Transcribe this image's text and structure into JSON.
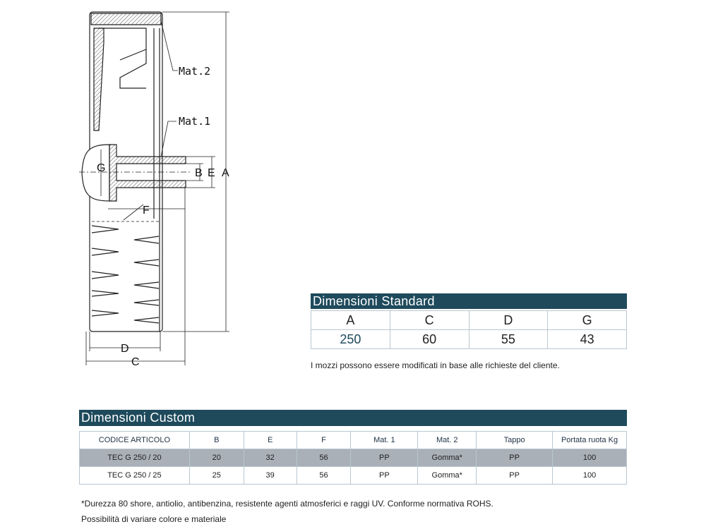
{
  "drawing": {
    "labels": {
      "mat2": "Mat.2",
      "mat1": "Mat.1",
      "A": "A",
      "B": "B",
      "E": "E",
      "G": "G",
      "F": "F",
      "C": "C",
      "D": "D"
    }
  },
  "standard": {
    "title": "Dimensioni Standard",
    "headers": [
      "A",
      "C",
      "D",
      "G"
    ],
    "values": [
      "250",
      "60",
      "55",
      "43"
    ],
    "note": "I mozzi possono essere modificati in base alle richieste del cliente."
  },
  "custom": {
    "title": "Dimensioni Custom",
    "headers": [
      "CODICE ARTICOLO",
      "B",
      "E",
      "F",
      "Mat. 1",
      "Mat. 2",
      "Tappo",
      "Portata ruota Kg"
    ],
    "rows": [
      [
        "TEC G 250 / 20",
        "20",
        "32",
        "56",
        "PP",
        "Gomma*",
        "PP",
        "100"
      ],
      [
        "TEC G 250 / 25",
        "25",
        "39",
        "56",
        "PP",
        "Gomma*",
        "PP",
        "100"
      ]
    ],
    "footnote": "*Durezza 80 shore, antiolio, antibenzina, resistente agenti atmosferici e raggi UV. Conforme normativa ROHS.",
    "footnote2": "Possibilità di variare colore e materiale"
  },
  "colors": {
    "band": "#1e4a5c",
    "grey_row": "#a9b0b8"
  }
}
